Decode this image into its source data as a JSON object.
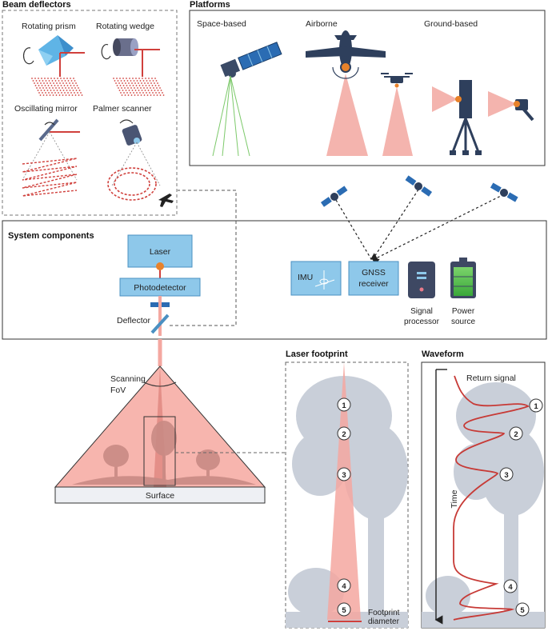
{
  "beam_deflectors": {
    "title": "Beam deflectors",
    "items": [
      "Rotating prism",
      "Rotating wedge",
      "Oscillating mirror",
      "Palmer scanner"
    ]
  },
  "platforms": {
    "title": "Platforms",
    "items": [
      "Space-based",
      "Airborne",
      "Ground-based"
    ]
  },
  "system_components": {
    "title": "System components",
    "laser": "Laser",
    "photodetector": "Photodetector",
    "deflector": "Deflector",
    "imu": "IMU",
    "gnss_line1": "GNSS",
    "gnss_line2": "receiver",
    "signal_line1": "Signal",
    "signal_line2": "processor",
    "power_line1": "Power",
    "power_line2": "source"
  },
  "scan": {
    "fov_line1": "Scanning",
    "fov_line2": "FoV",
    "surface": "Surface"
  },
  "laser_footprint": {
    "title": "Laser footprint",
    "markers": [
      "1",
      "2",
      "3",
      "4",
      "5"
    ],
    "footprint_line1": "Footprint",
    "footprint_line2": "diameter"
  },
  "waveform": {
    "title": "Waveform",
    "return_signal": "Return signal",
    "time_axis": "Time",
    "markers": [
      "1",
      "2",
      "3",
      "4",
      "5"
    ]
  },
  "colors": {
    "beam": "#f4a7a0",
    "laser_red": "#d0403c",
    "component_blue": "#8ec8ea",
    "orange_dot": "#e8822a",
    "tree_gray": "#c9cfd9",
    "navy": "#2e3f5c"
  }
}
